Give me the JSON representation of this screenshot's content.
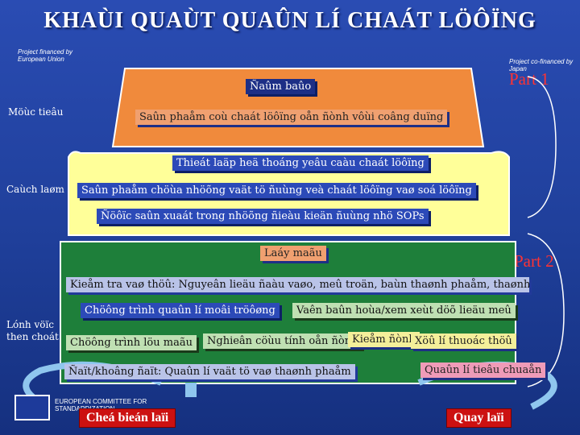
{
  "title": "KHAÙI QUAÙT QUAÛN LÍ CHAÁT LÖÔÏNG",
  "header_left_note": "Project financed by European Union",
  "header_right_note": "Project co-financed by Japan",
  "part1": "Part 1",
  "part2": "Part 2",
  "top_box": {
    "title": "Ñaûm baûo",
    "side_label": "Möùc tieâu",
    "item": "Saûn phaåm coù chaát löôïng oån ñònh vôùi coâng duïng"
  },
  "yellow_box": {
    "side_label": "Caùch laøm",
    "items": [
      "Thieát laäp heä thoáng yeâu caàu chaát löôïng",
      "Saûn phaåm chöùa nhöõng vaät tö ñuùng veà chaát löôïng vaø soá löôïng",
      "Ñöôïc saûn xuaát trong nhöõng ñieàu kieän ñuùng nhö SOPs"
    ]
  },
  "green_box": {
    "title": "Laáy maãu",
    "side_label_line1": "Lónh vöïc",
    "side_label_line2": "then choát",
    "check": "Kieåm tra vaø thöû: Nguyeân lieäu ñaàu vaøo, meû troän, baùn thaønh phaåm, thaønh phaåm",
    "row1": [
      "Chöông trình quaûn lí moâi tröôøng",
      "Vaên baûn hoùa/xem xeùt döõ lieäu meû"
    ],
    "row2": [
      "Chöông trình löu maãu",
      "Nghieân cöùu tính oån ñònh",
      "Kieåm ñònh",
      "Xöû lí thuoác thöû"
    ],
    "row3": [
      "Ñaït/khoâng ñaït: Quaûn lí vaät tö vaø thaønh phaåm",
      "Quaûn lí tieâu chuaån"
    ]
  },
  "footer_text": "EUROPEAN COMMITTEE FOR STANDARDIZATION",
  "buttons": {
    "create": "Cheá bieán laïi",
    "back": "Quay laïi"
  }
}
